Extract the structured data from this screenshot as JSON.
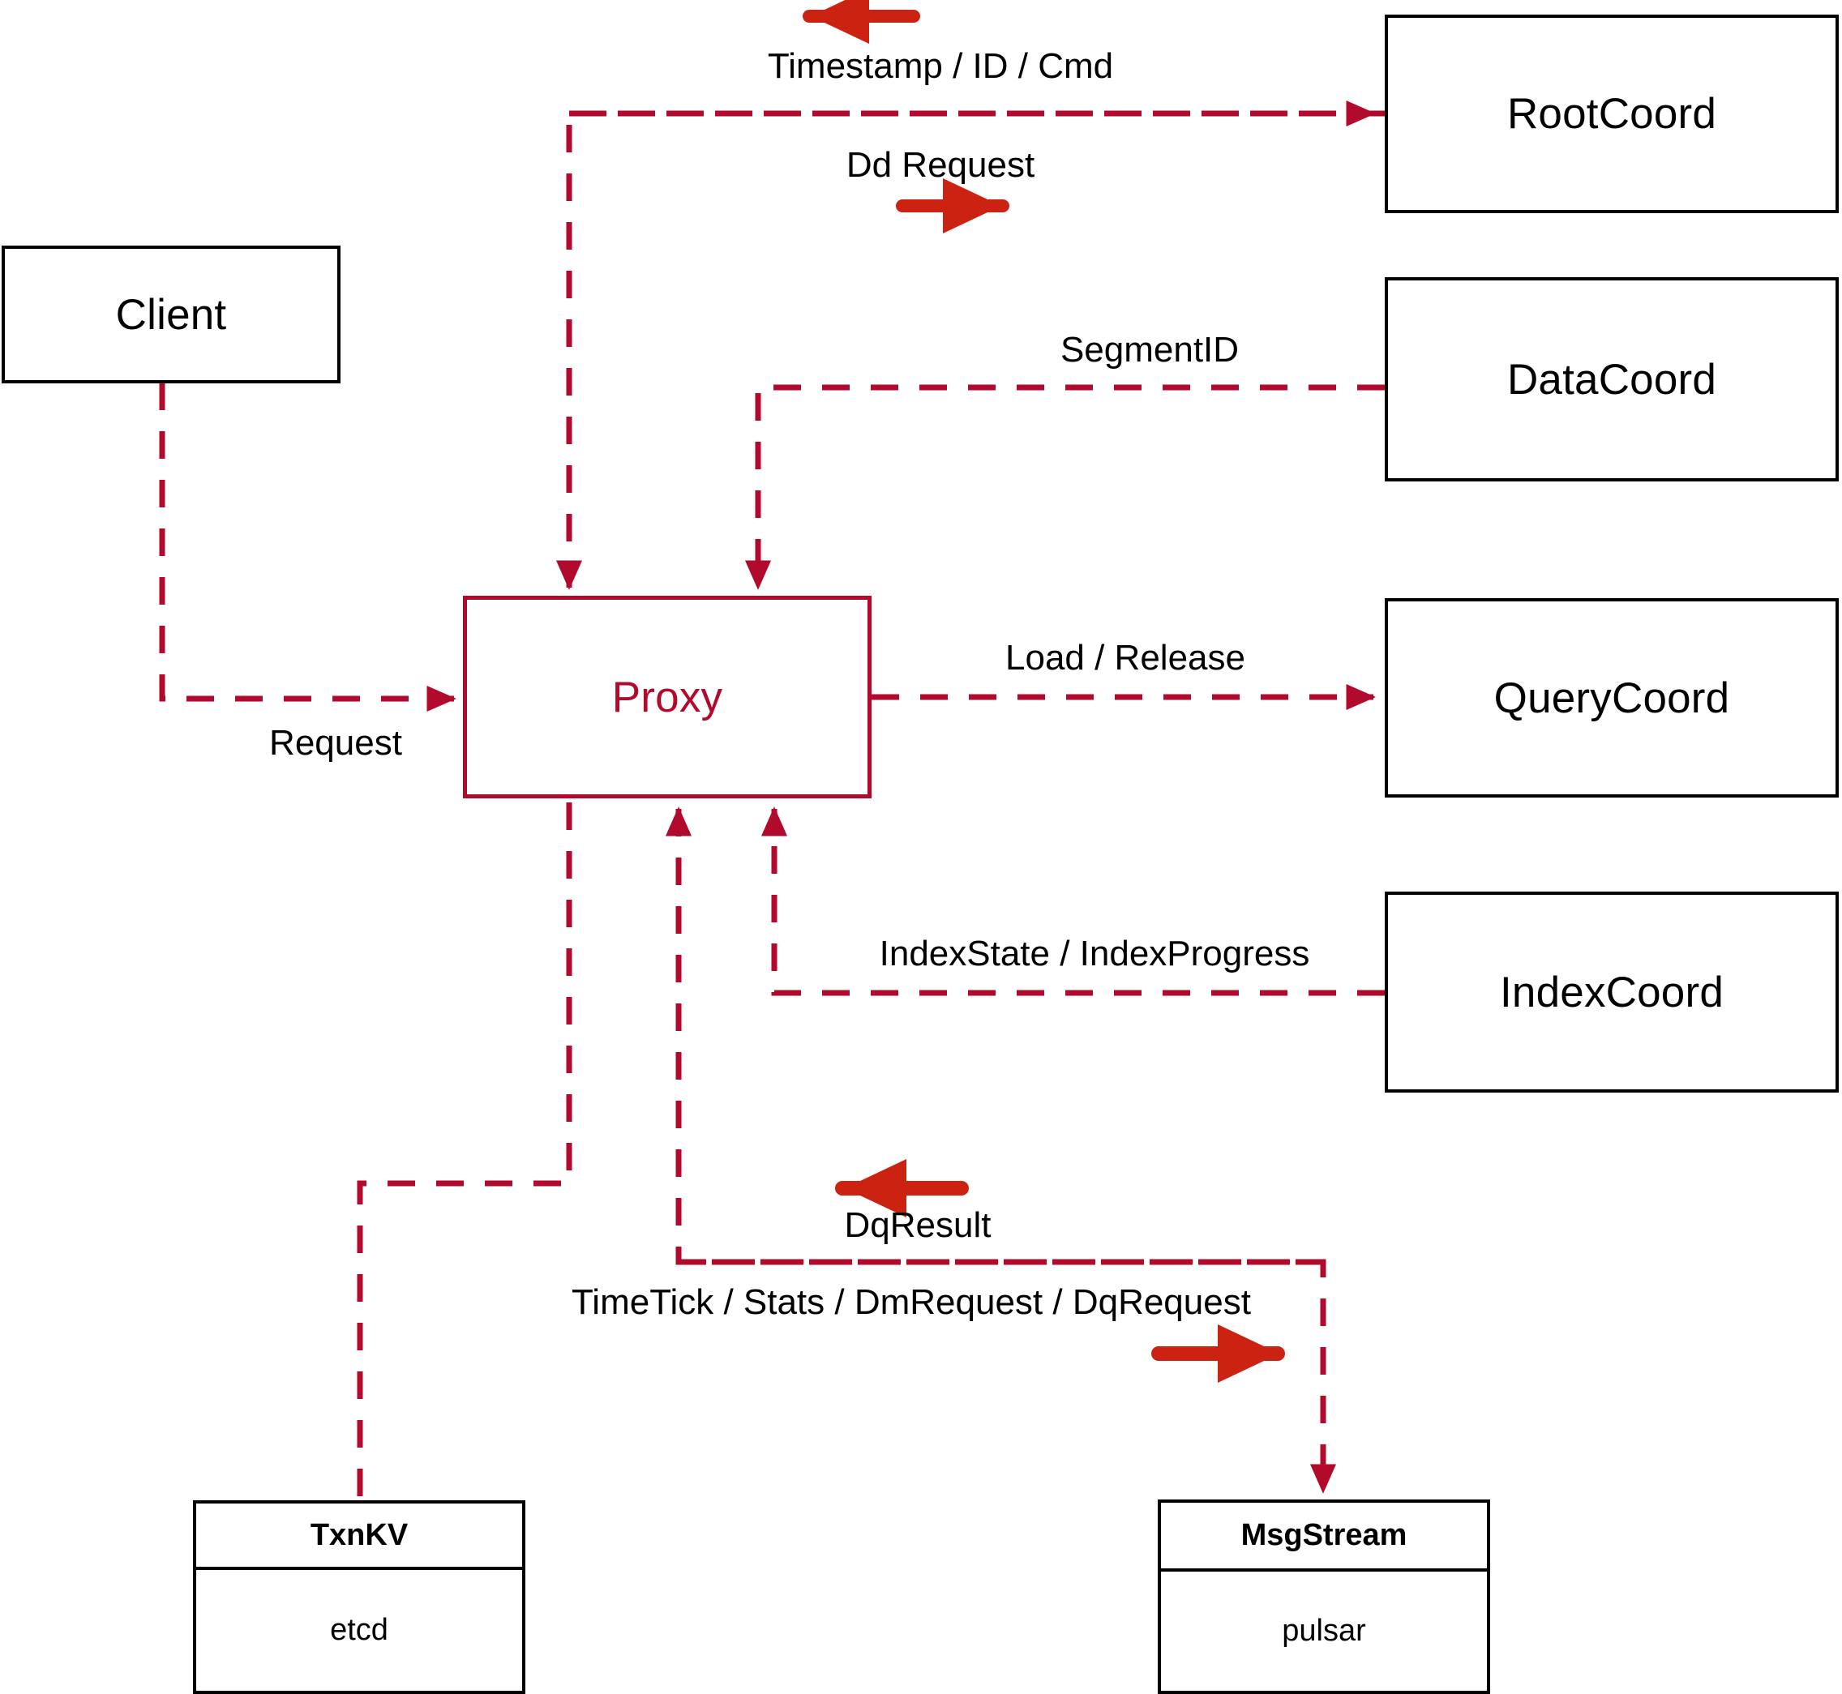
{
  "diagram": {
    "title": "Proxy component interaction diagram",
    "colors": {
      "dashed_line": "#B20A2C",
      "solid_arrow": "#CC2211",
      "node_border": "#000000",
      "proxy_border": "#B20A2C",
      "proxy_text": "#B20A2C",
      "background": "#ffffff",
      "label_text": "#000000"
    }
  },
  "nodes": {
    "client": {
      "label": "Client"
    },
    "proxy": {
      "label": "Proxy"
    },
    "root_coord": {
      "label": "RootCoord"
    },
    "data_coord": {
      "label": "DataCoord"
    },
    "query_coord": {
      "label": "QueryCoord"
    },
    "index_coord": {
      "label": "IndexCoord"
    },
    "txn_kv": {
      "title": "TxnKV",
      "impl": "etcd"
    },
    "msg_stream": {
      "title": "MsgStream",
      "impl": "pulsar"
    }
  },
  "edges": [
    {
      "id": "client-request",
      "label": "Request",
      "from": "client",
      "to": "proxy",
      "direction": "right"
    },
    {
      "id": "rootcoord-timestamp",
      "label": "Timestamp / ID / Cmd",
      "from": "root_coord",
      "to": "proxy",
      "direction": "left"
    },
    {
      "id": "rootcoord-ddrequest",
      "label": "Dd Request",
      "from": "proxy",
      "to": "root_coord",
      "direction": "right"
    },
    {
      "id": "datacoord-segmentid",
      "label": "SegmentID",
      "from": "data_coord",
      "to": "proxy",
      "direction": "left"
    },
    {
      "id": "querycoord-loadrelease",
      "label": "Load / Release",
      "from": "proxy",
      "to": "query_coord",
      "direction": "right"
    },
    {
      "id": "indexcoord-indexstate",
      "label": "IndexState / IndexProgress",
      "from": "index_coord",
      "to": "proxy",
      "direction": "left"
    },
    {
      "id": "msgstream-dqresult",
      "label": "DqResult",
      "from": "msg_stream",
      "to": "proxy",
      "direction": "left"
    },
    {
      "id": "msgstream-timetick",
      "label": "TimeTick / Stats / DmRequest / DqRequest",
      "from": "proxy",
      "to": "msg_stream",
      "direction": "right"
    },
    {
      "id": "txnkv-link",
      "label": "",
      "from": "proxy",
      "to": "txn_kv",
      "direction": "none"
    }
  ]
}
